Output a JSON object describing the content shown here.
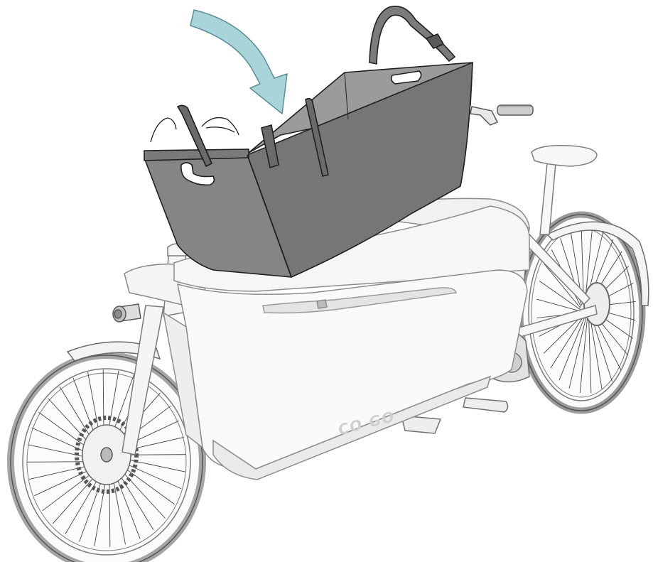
{
  "illustration": {
    "brand_mark": "CO GO",
    "colors": {
      "background": "#ffffff",
      "bag_front": "#858585",
      "bag_side": "#767676",
      "bag_inner": "#9a9a9a",
      "outline": "#222222",
      "frame": "#f6f6f6",
      "frame_line": "#8a8a8a",
      "arrow_fill": "#a9d4da",
      "arrow_stroke": "#5a8f97"
    },
    "icons": [
      "insert-arrow-icon",
      "cargo-bag",
      "cargo-bike"
    ]
  }
}
